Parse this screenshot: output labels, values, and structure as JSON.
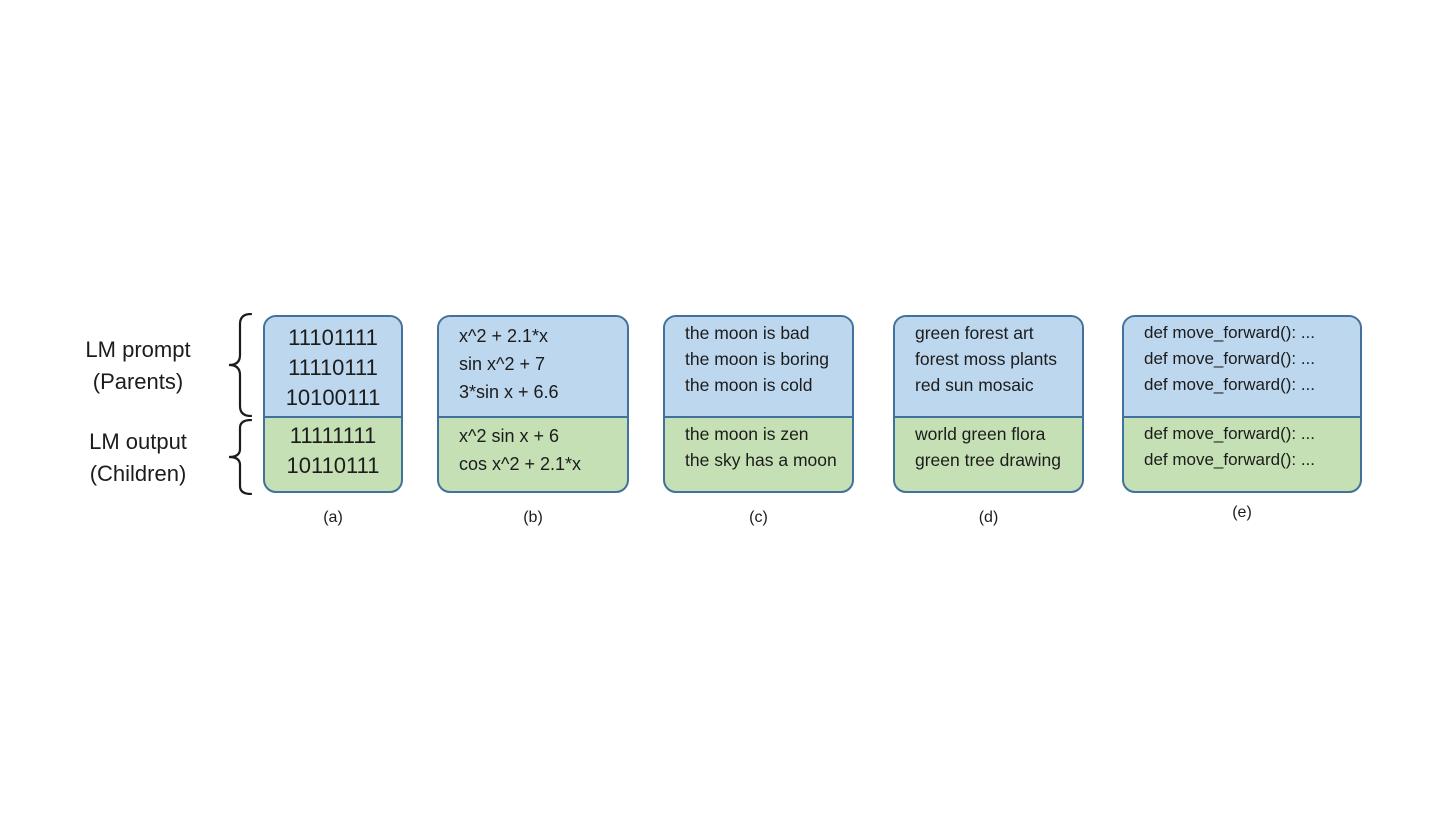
{
  "figure": {
    "side_labels": {
      "parents": {
        "line1": "LM prompt",
        "line2": "(Parents)"
      },
      "children": {
        "line1": "LM output",
        "line2": "(Children)"
      }
    },
    "panels": [
      {
        "caption": "(a)",
        "parents": [
          "11101111",
          "11110111",
          "10100111"
        ],
        "children": [
          "11111111",
          "10110111"
        ]
      },
      {
        "caption": "(b)",
        "parents": [
          "x^2 + 2.1*x",
          "sin x^2 + 7",
          "3*sin x + 6.6"
        ],
        "children": [
          "x^2 sin x + 6",
          "cos x^2 + 2.1*x"
        ]
      },
      {
        "caption": "(c)",
        "parents": [
          "the moon is bad",
          "the moon is boring",
          "the moon is cold"
        ],
        "children": [
          "the moon is zen",
          "the sky has a moon"
        ]
      },
      {
        "caption": "(d)",
        "parents": [
          "green forest art",
          "forest moss plants",
          "red sun mosaic"
        ],
        "children": [
          "world green flora",
          "green tree drawing"
        ]
      },
      {
        "caption": "(e)",
        "parents": [
          "def move_forward(): ...",
          "def move_forward(): ...",
          "def move_forward(): ..."
        ],
        "children": [
          "def move_forward(): ...",
          "def move_forward(): ..."
        ]
      }
    ],
    "colors": {
      "parents_fill": "#bdd7ee",
      "children_fill": "#c5e0b4",
      "box_border": "#41719c",
      "text": "#1c1c1c"
    }
  }
}
